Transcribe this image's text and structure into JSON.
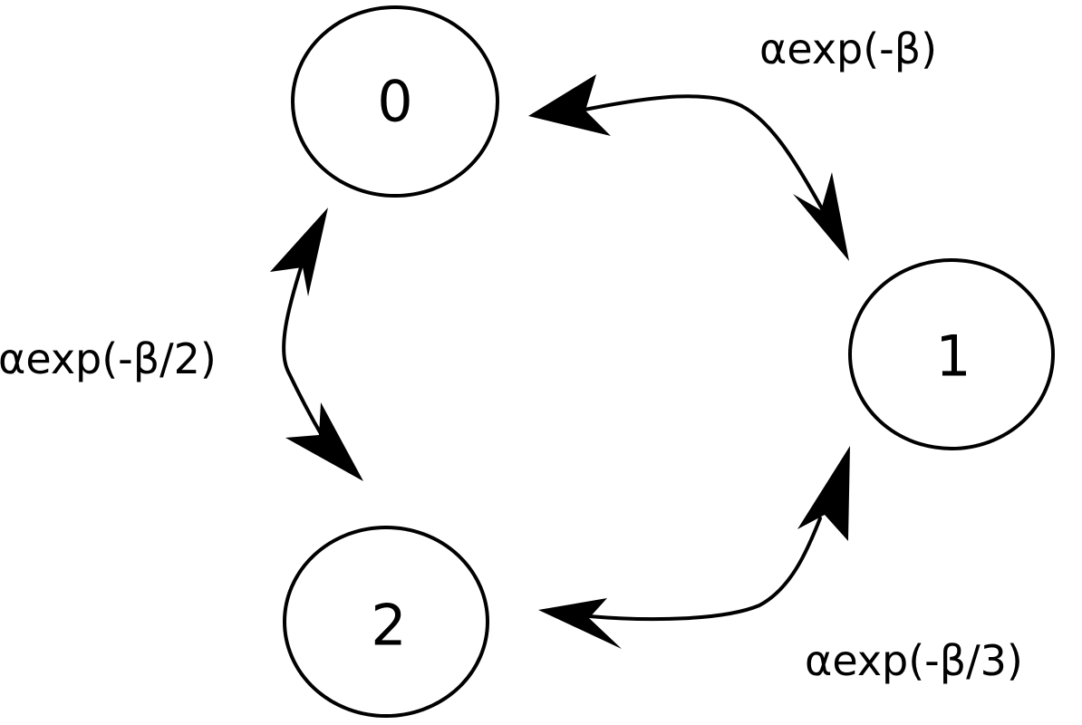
{
  "nodes": [
    {
      "id": "0",
      "label": "0"
    },
    {
      "id": "1",
      "label": "1"
    },
    {
      "id": "2",
      "label": "2"
    }
  ],
  "edges": [
    {
      "from": "0",
      "to": "1",
      "label": "αexp(-β)",
      "bidirectional": true
    },
    {
      "from": "0",
      "to": "2",
      "label": "αexp(-β/2)",
      "bidirectional": true
    },
    {
      "from": "2",
      "to": "1",
      "label": "αexp(-β/3)",
      "bidirectional": true
    }
  ],
  "colors": {
    "stroke": "#000000",
    "background": "#ffffff"
  }
}
